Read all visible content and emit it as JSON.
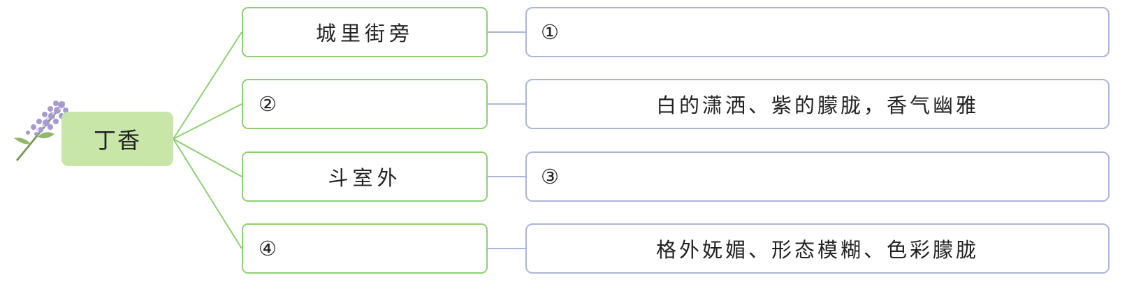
{
  "root": {
    "label": "丁香",
    "icon": "lilac-flower-icon"
  },
  "rows": [
    {
      "left": "城里街旁",
      "right": "①"
    },
    {
      "left": "②",
      "right": "白的潇洒、紫的朦胧，香气幽雅"
    },
    {
      "left": "斗室外",
      "right": "③"
    },
    {
      "left": "④",
      "right": "格外妩媚、形态模糊、色彩朦胧"
    }
  ],
  "colors": {
    "root_fill": "#c7e6a8",
    "mid_border": "#8fcf74",
    "right_border": "#a9b6d8",
    "branch_line": "#8fcf74",
    "link_line": "#a9b6d8"
  }
}
